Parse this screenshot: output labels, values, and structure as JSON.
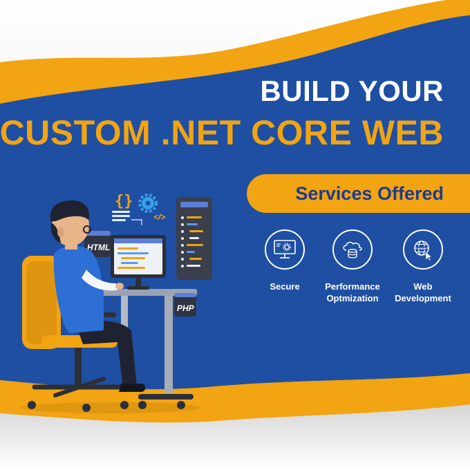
{
  "headline": {
    "line1": "BUILD YOUR",
    "line2": "CUSTOM .NET CORE WEB"
  },
  "services": {
    "title": "Services Offered",
    "items": [
      {
        "label": "Secure",
        "icon": "monitor-gear-icon"
      },
      {
        "label": "Performance\nOptmization",
        "icon": "cloud-database-icon"
      },
      {
        "label": "Web\nDevelopment",
        "icon": "globe-cursor-icon"
      }
    ]
  },
  "illustration": {
    "html_tag": "HTML",
    "php_tag": "PHP",
    "code_tag": "</>"
  },
  "colors": {
    "blue": "#1e4fa3",
    "orange": "#f2a412",
    "navy": "#1e3a8f",
    "white": "#ffffff"
  }
}
